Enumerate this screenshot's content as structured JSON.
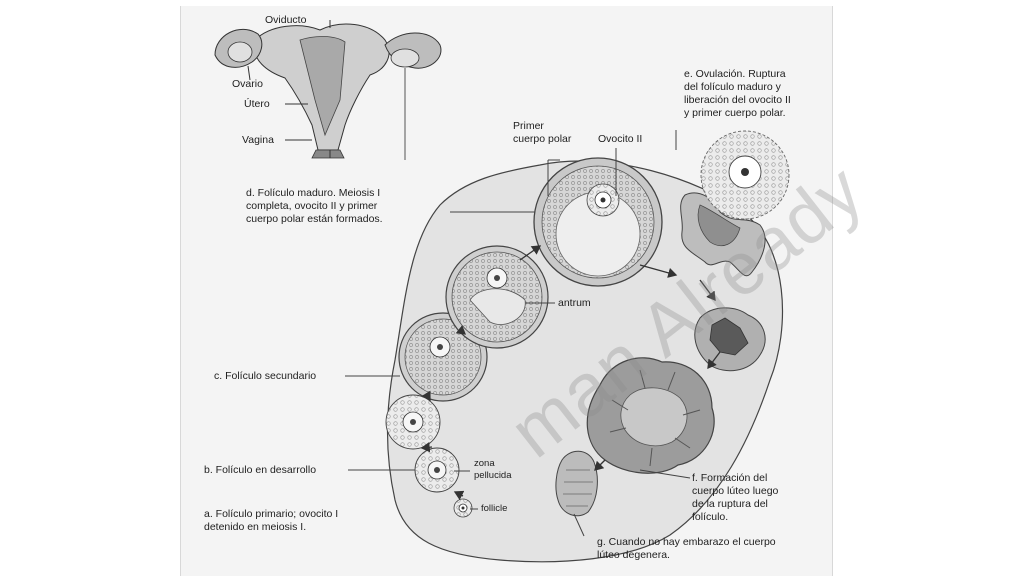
{
  "labels": {
    "oviducto": "Oviducto",
    "ovario": "Ovario",
    "utero": "Útero",
    "vagina": "Vagina",
    "primer_cuerpo_polar": "Primer\ncuerpo polar",
    "ovocito_ii": "Ovocito II",
    "ovulacion": "e. Ovulación. Ruptura\ndel folículo maduro y\nliberación del ovocito II\ny primer cuerpo polar.",
    "foliculo_maduro": "d. Folículo maduro. Meiosis I\ncompleta, ovocito II y primer\ncuerpo polar están formados.",
    "antrum": "antrum",
    "foliculo_secundario": "c. Folículo secundario",
    "foliculo_desarrollo": "b. Folículo en desarrollo",
    "zona_pellucida": "zona\npellucida",
    "follicle": "follicle",
    "foliculo_primario": "a. Folículo primario; ovocito I\ndetenido en meiosis I.",
    "cuerpo_luteo": "f. Formación del\ncuerpo lúteo luego\nde la ruptura del\nfolículo.",
    "sin_embarazo": "g. Cuando no hay embarazo el cuerpo\nlúteo degenera."
  },
  "watermark": "man Already",
  "colors": {
    "panel": "#f4f4f4",
    "ovary_fill": "#e3e3e3",
    "follicle_fill": "#d0d0d0",
    "corpus_luteum": "#9c9c9c",
    "dark_tissue": "#555555",
    "text": "#1e1e1e"
  }
}
